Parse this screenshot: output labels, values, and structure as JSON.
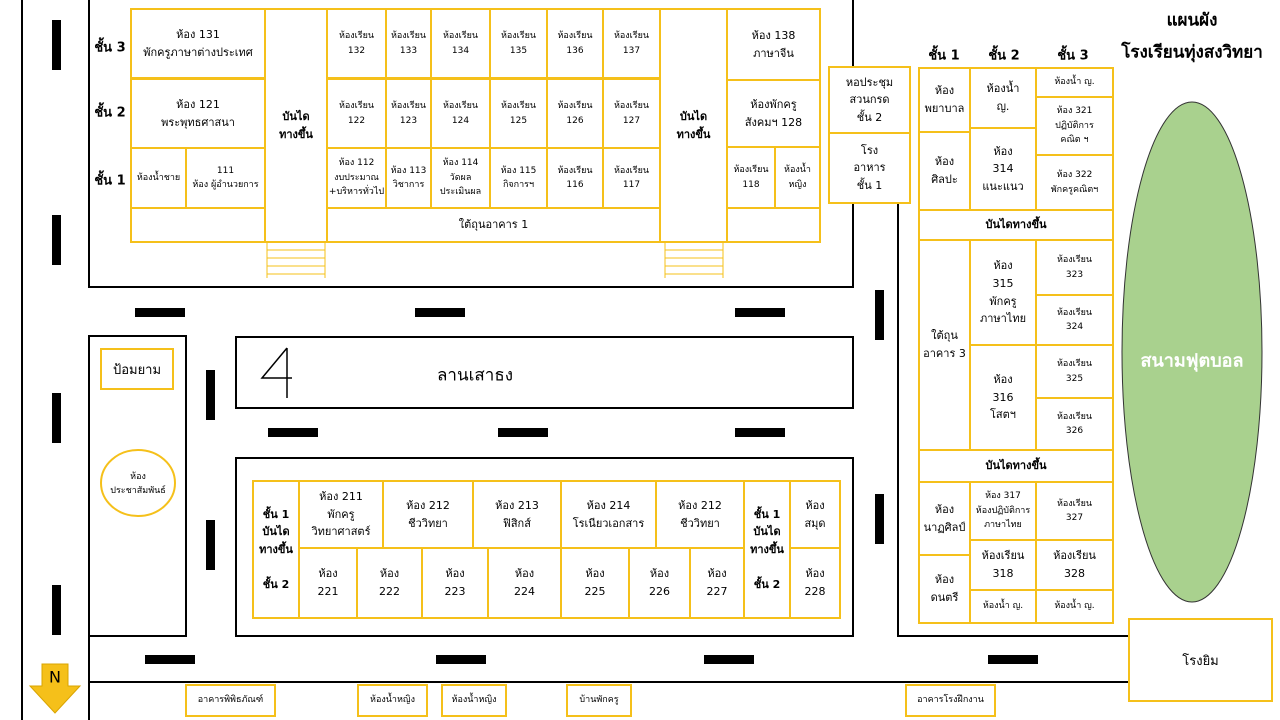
{
  "title": {
    "line1": "แผนผัง",
    "line2": "โรงเรียนทุ่งสงวิทยา"
  },
  "colors": {
    "room_border": "#f5c01a",
    "field": "#a9d18e",
    "arrow": "#f5c01a"
  },
  "building1": {
    "floors": [
      "ชั้น 3",
      "ชั้น 2",
      "ชั้น 1"
    ],
    "r131": "ห้อง 131\nพักครูภาษาต่างประเทศ",
    "r121": "ห้อง 121\nพระพุทธศาสนา",
    "wc_male": "ห้องน้ำชาย",
    "r111": "111\nห้อง ผู้อำนวยการ",
    "stairs_left": "บันได\nทางขึ้น",
    "stairs_right": "บันได\nทางขึ้น",
    "r132": "ห้องเรียน\n132",
    "r133": "ห้องเรียน\n133",
    "r134": "ห้องเรียน\n134",
    "r135": "ห้องเรียน\n135",
    "r136": "ห้องเรียน\n136",
    "r137": "ห้องเรียน\n137",
    "r122": "ห้องเรียน\n122",
    "r123": "ห้องเรียน\n123",
    "r124": "ห้องเรียน\n124",
    "r125": "ห้องเรียน\n125",
    "r126": "ห้องเรียน\n126",
    "r127": "ห้องเรียน\n127",
    "r112": "ห้อง 112\nงบประมาณ\n+บริหารทั่วไป",
    "r113": "ห้อง 113\nวิชาการ",
    "r114": "ห้อง 114\nวัดผล\nประเมินผล",
    "r115": "ห้อง 115\nกิจการฯ",
    "r116": "ห้องเรียน\n116",
    "r117": "ห้องเรียน\n117",
    "r138": "ห้อง 138\nภาษาจีน",
    "r128": "ห้องพักครู\nสังคมฯ 128",
    "r118": "ห้องเรียน\n118",
    "wc_female": "ห้องน้ำ\nหญิง",
    "under": "ใต้ถุนอาคาร 1"
  },
  "hall": {
    "upper": "หอประชุม\nสวนกรด\nชั้น 2",
    "lower": "โรง\nอาหาร\nชั้น 1"
  },
  "building3": {
    "floors": [
      "ชั้น 1",
      "ชั้น 2",
      "ชั้น 3"
    ],
    "nurse": "ห้อง\nพยาบาล",
    "art": "ห้อง\nศิลปะ",
    "wc_f_2": "ห้องน้ำ\nญ.",
    "r314": "ห้อง\n314\nแนะแนว",
    "wc_f_3": "ห้องน้ำ ญ.",
    "r321": "ห้อง 321\nปฏิบัติการ\nคณิต ฯ",
    "r322": "ห้อง 322\nพักครูคณิตฯ",
    "stairs1": "บันไดทางขึ้น",
    "under": "ใต้ถุน\nอาคาร 3",
    "r315": "ห้อง\n315\nพักครู\nภาษาไทย",
    "r316": "ห้อง\n316\nโสตฯ",
    "r323": "ห้องเรียน\n323",
    "r324": "ห้องเรียน\n324",
    "r325": "ห้องเรียน\n325",
    "r326": "ห้องเรียน\n326",
    "stairs2": "บันไดทางขึ้น",
    "dance": "ห้อง\nนาฏศิลป์",
    "music": "ห้อง\nดนตรี",
    "r317": "ห้อง 317\nห้องปฏิบัติการ\nภาษาไทย",
    "r318": "ห้องเรียน\n318",
    "wc_a": "ห้องน้ำ ญ.",
    "r327": "ห้องเรียน\n327",
    "r328": "ห้องเรียน\n328",
    "wc_b": "ห้องน้ำ ญ."
  },
  "building2": {
    "stairs_left": "ชั้น 1\nบันได\nทางขึ้น\n\nชั้น 2",
    "stairs_right": "ชั้น 1\nบันได\nทางขึ้น\n\nชั้น 2",
    "r211": "ห้อง 211\nพักครู\nวิทยาศาสตร์",
    "r212a": "ห้อง 212\nชีววิทยา",
    "r213": "ห้อง 213\nฟิสิกส์",
    "r214": "ห้อง 214\nโรเนียวเอกสาร",
    "r212b": "ห้อง 212\nชีววิทยา",
    "library": "ห้อง\nสมุด",
    "r221": "ห้อง\n221",
    "r222": "ห้อง\n222",
    "r223": "ห้อง\n223",
    "r224": "ห้อง\n224",
    "r225": "ห้อง\n225",
    "r226": "ห้อง\n226",
    "r227": "ห้อง\n227",
    "r228": "ห้อง\n228"
  },
  "grounds": {
    "flagpole": "ลานเสาธง",
    "guard": "ป้อมยาม",
    "pr": "ห้อง\nประชาสัมพันธ์",
    "field": "สนามฟุตบอล",
    "gym": "โรงยิม",
    "north": "N"
  },
  "bottom": [
    "อาคารพิพิธภัณฑ์",
    "ห้องน้ำหญิง",
    "ห้องน้ำหญิง",
    "บ้านพักครู",
    "อาคารโรงฝึกงาน"
  ]
}
